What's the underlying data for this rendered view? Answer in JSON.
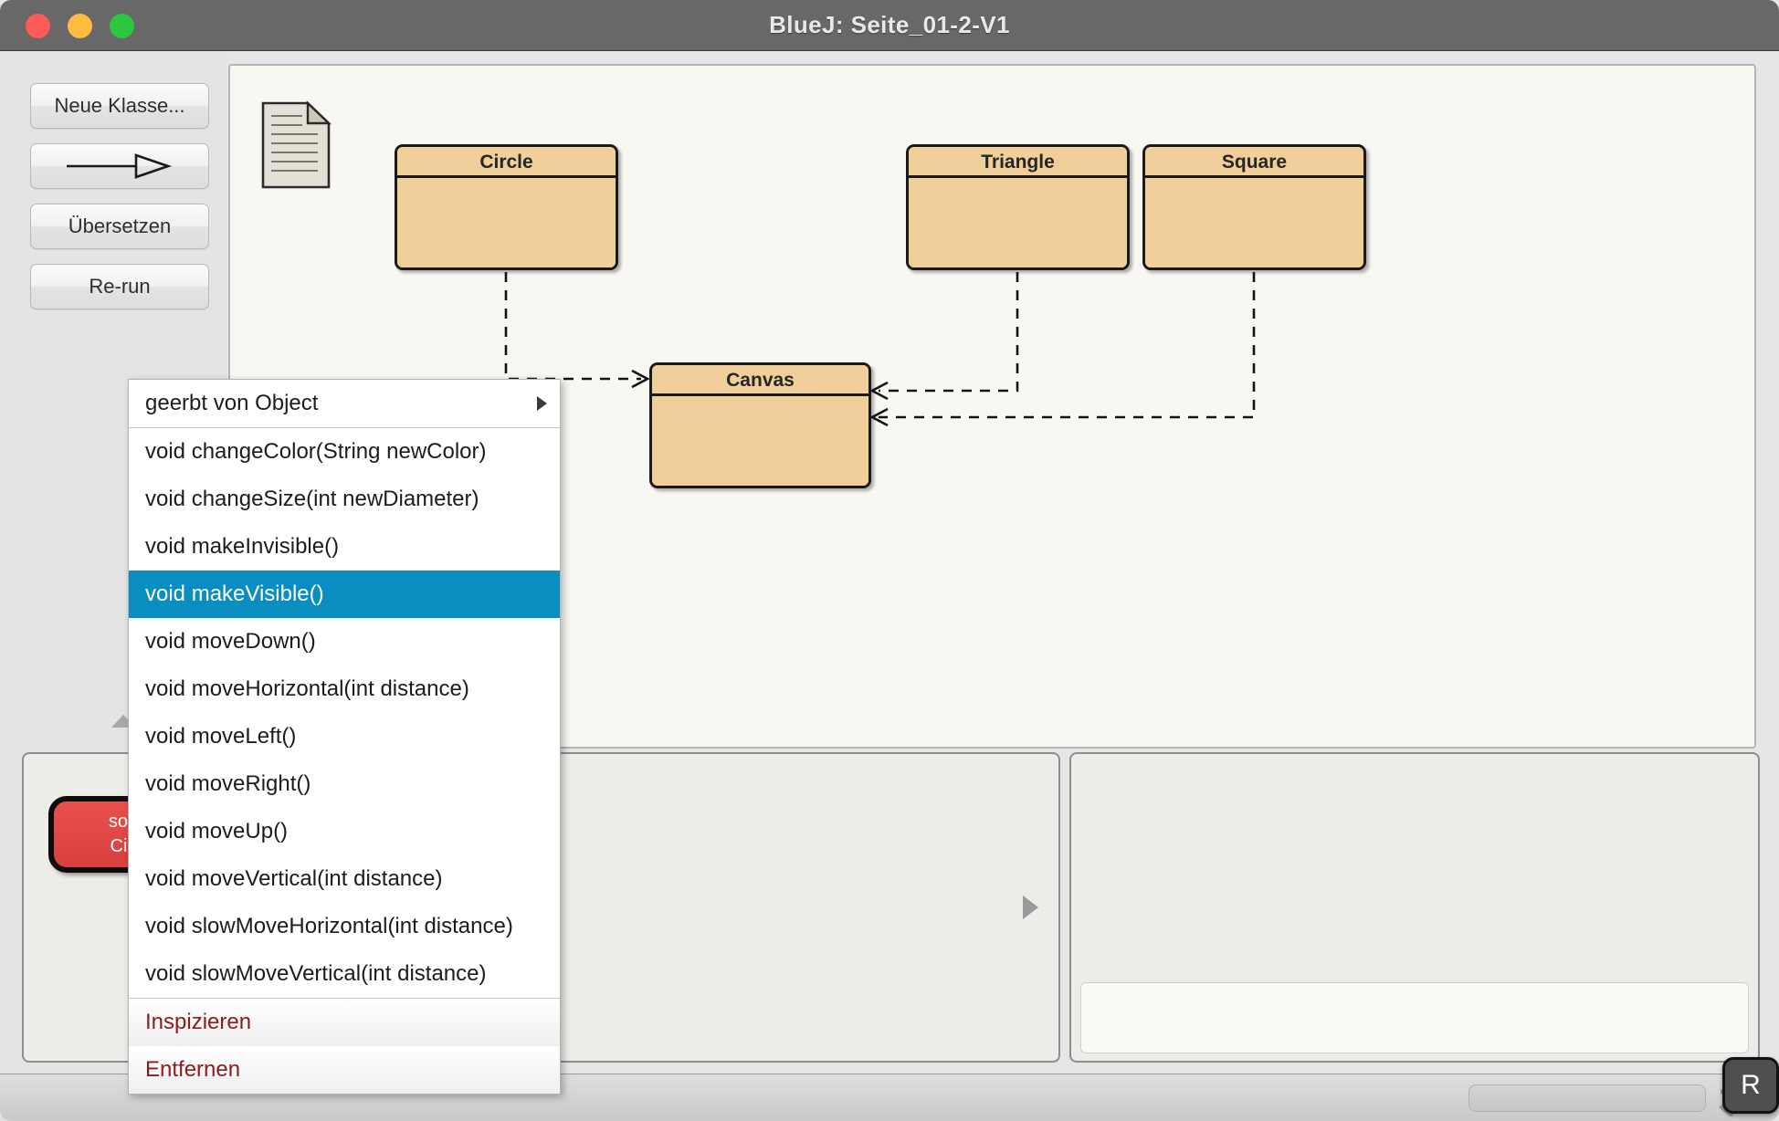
{
  "window": {
    "title": "BlueJ:  Seite_01-2-V1",
    "traffic_lights": [
      {
        "name": "close",
        "color": "#fc5b57"
      },
      {
        "name": "minimize",
        "color": "#fdbc40"
      },
      {
        "name": "maximize",
        "color": "#2bc73f"
      }
    ]
  },
  "toolbar": {
    "new_class": "Neue Klasse...",
    "arrow": "⟶",
    "compile": "Übersetzen",
    "rerun": "Re-run"
  },
  "diagram": {
    "readme_icon": "readme-document-icon",
    "classes": [
      {
        "id": "cls-circle",
        "name": "Circle"
      },
      {
        "id": "cls-triangle",
        "name": "Triangle"
      },
      {
        "id": "cls-square",
        "name": "Square"
      },
      {
        "id": "cls-canvas",
        "name": "Canvas"
      }
    ],
    "dependencies": [
      {
        "from": "Circle",
        "to": "Canvas",
        "style": "dashed-arrow"
      },
      {
        "from": "Triangle",
        "to": "Canvas",
        "style": "dashed-arrow"
      },
      {
        "from": "Square",
        "to": "Canvas",
        "style": "dashed-arrow"
      }
    ]
  },
  "object_bench": {
    "instance_line1": "sonn",
    "instance_line2": "Circl",
    "caret_icon": "play-caret-icon"
  },
  "context_menu": {
    "items": [
      {
        "label": "geerbt von Object",
        "type": "submenu"
      },
      {
        "label": "void changeColor(String newColor)",
        "type": "method"
      },
      {
        "label": "void changeSize(int newDiameter)",
        "type": "method"
      },
      {
        "label": "void makeInvisible()",
        "type": "method"
      },
      {
        "label": "void makeVisible()",
        "type": "method",
        "selected": true
      },
      {
        "label": "void moveDown()",
        "type": "method"
      },
      {
        "label": "void moveHorizontal(int distance)",
        "type": "method"
      },
      {
        "label": "void moveLeft()",
        "type": "method"
      },
      {
        "label": "void moveRight()",
        "type": "method"
      },
      {
        "label": "void moveUp()",
        "type": "method"
      },
      {
        "label": "void moveVertical(int distance)",
        "type": "method"
      },
      {
        "label": "void slowMoveHorizontal(int distance)",
        "type": "method"
      },
      {
        "label": "void slowMoveVertical(int distance)",
        "type": "method"
      },
      {
        "label": "Inspizieren",
        "type": "action",
        "danger": true
      },
      {
        "label": "Entfernen",
        "type": "action",
        "danger": true
      }
    ],
    "selected_index": 4,
    "highlight_color": "#0a8dc0",
    "danger_color": "#8f1a1a"
  },
  "statusbar": {
    "corner_badge": "R",
    "back_arrow_icon": "back-arrow-icon",
    "minus_icon": "minus-icon"
  },
  "colors": {
    "class_fill": "#f0cf9a",
    "object_fill": "#d93f3f",
    "canvas_bg": "#f8f7f2",
    "chrome": "#e4e4e4",
    "titlebar": "#686868"
  }
}
